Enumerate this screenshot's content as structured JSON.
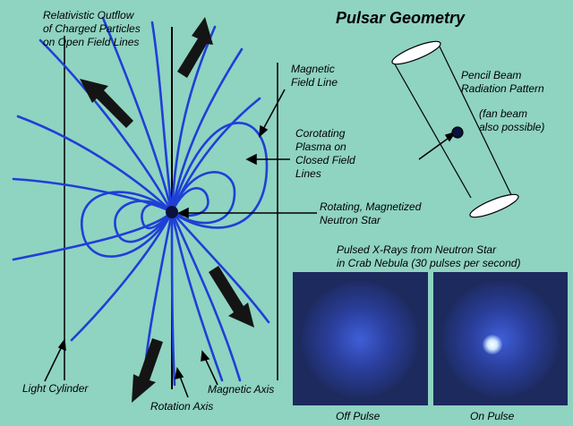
{
  "title": "Pulsar Geometry",
  "labels": {
    "outflow": [
      "Relativistic Outflow",
      "of Charged Particles",
      "on Open Field Lines"
    ],
    "field_line": [
      "Magnetic",
      "Field Line"
    ],
    "plasma": [
      "Corotating",
      "Plasma  on",
      "Closed Field",
      "Lines"
    ],
    "neutron_star": [
      "Rotating, Magnetized",
      "Neutron Star"
    ],
    "light_cylinder": "Light Cylinder",
    "rotation_axis": "Rotation Axis",
    "magnetic_axis": "Magnetic Axis",
    "pencil_beam": [
      "Pencil Beam",
      "Radiation Pattern"
    ],
    "fan_beam": [
      "(fan beam",
      "also possible)"
    ],
    "xray_caption": [
      "Pulsed X-Rays from Neutron Star",
      "in Crab Nebula (30 pulses per second)"
    ],
    "off_pulse": "Off Pulse",
    "on_pulse": "On Pulse"
  },
  "colors": {
    "background": "#8fd3c1",
    "field_lines": "#1f3fd6",
    "star": "#0a1240",
    "arrows": "#141414",
    "panel": "#1c2a5e"
  }
}
